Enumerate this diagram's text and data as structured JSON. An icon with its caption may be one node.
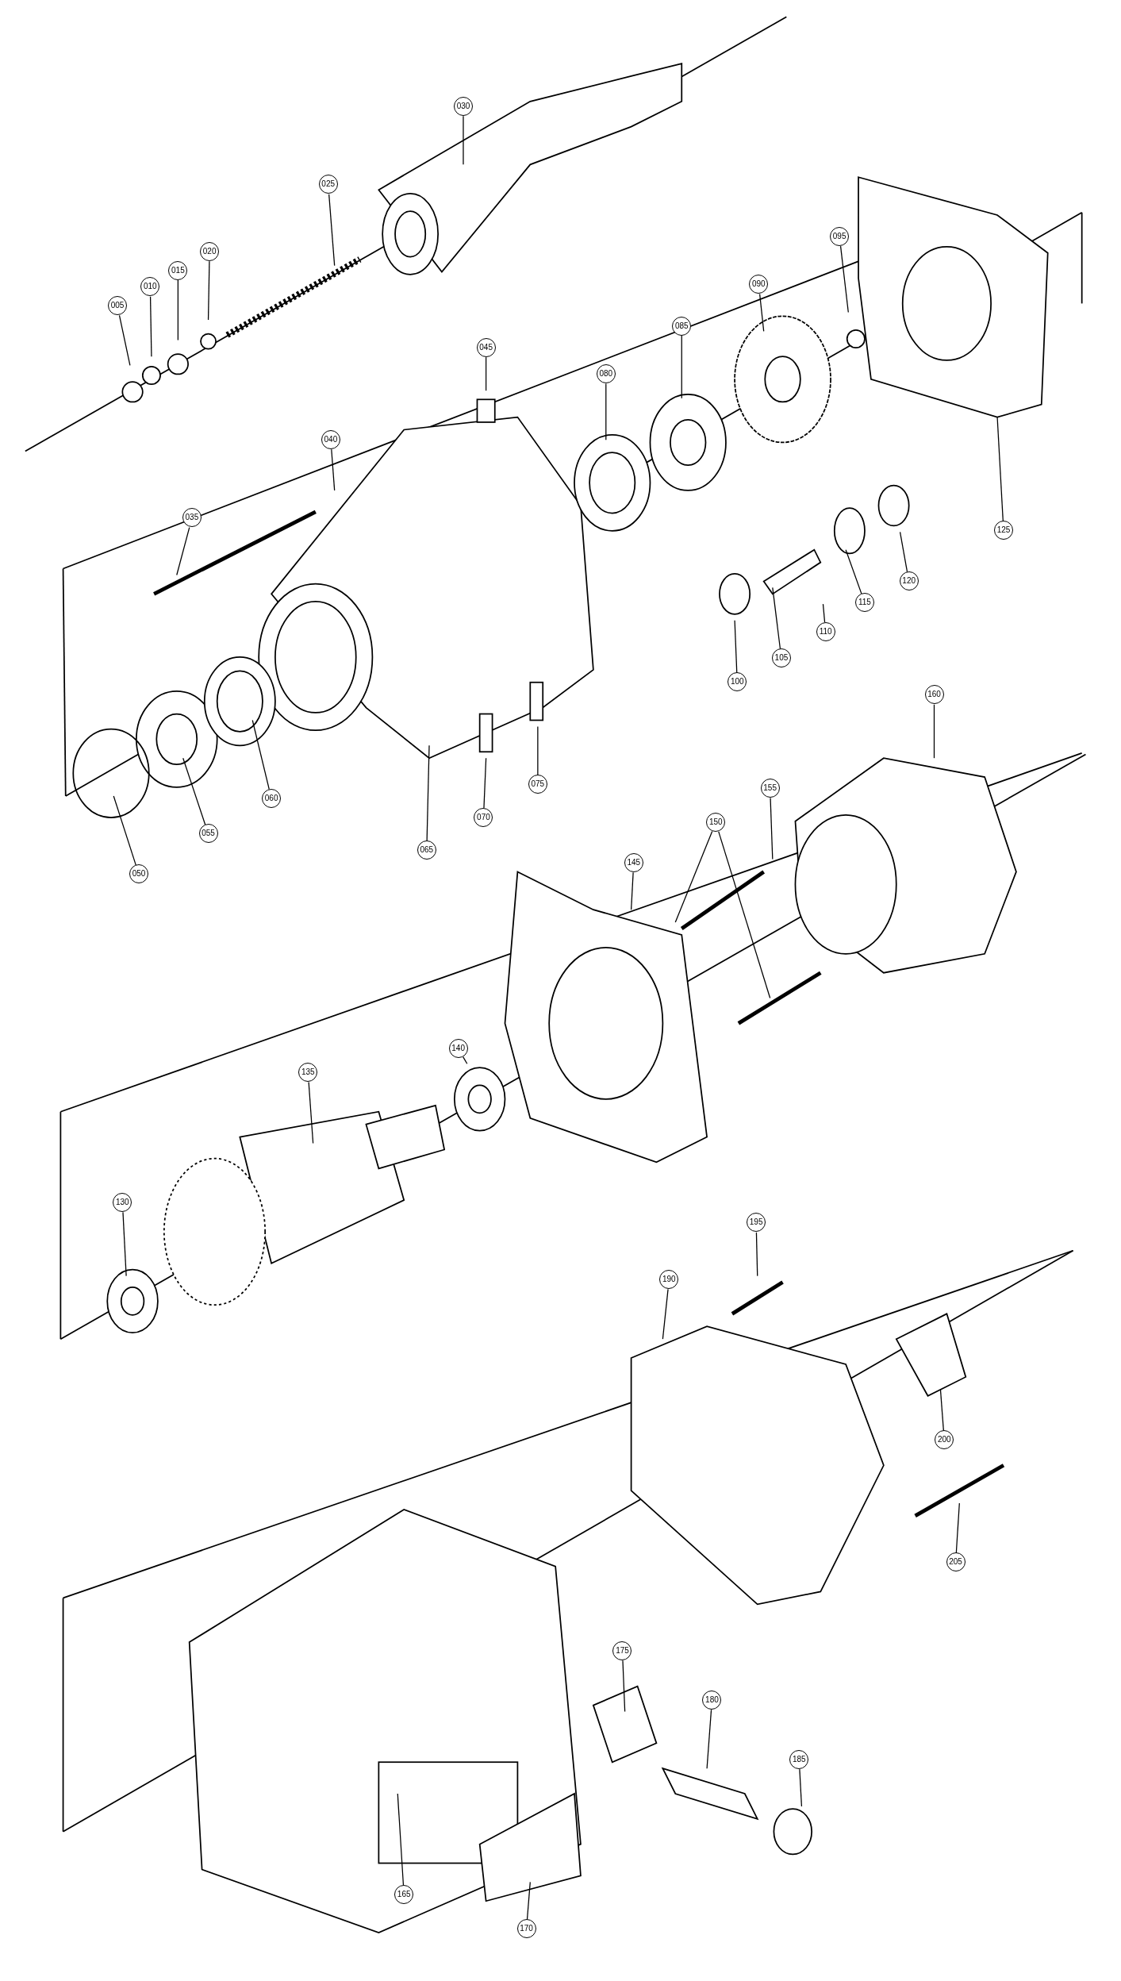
{
  "diagram": {
    "nodes": [
      {
        "text": [
          "005"
        ]
      },
      {
        "text": [
          "010"
        ]
      },
      {
        "text": [
          "015"
        ]
      },
      {
        "text": [
          "020"
        ]
      },
      {
        "text": [
          "025"
        ]
      },
      {
        "text": [
          "030"
        ]
      },
      {
        "text": [
          "035"
        ]
      },
      {
        "text": [
          "040"
        ]
      },
      {
        "text": [
          "045"
        ]
      },
      {
        "text": [
          "050"
        ]
      },
      {
        "text": [
          "055"
        ]
      },
      {
        "text": [
          "060"
        ]
      },
      {
        "text": [
          "065"
        ]
      },
      {
        "text": [
          "070"
        ]
      },
      {
        "text": [
          "075"
        ]
      },
      {
        "text": [
          "080"
        ]
      },
      {
        "text": [
          "085"
        ]
      },
      {
        "text": [
          "090"
        ]
      },
      {
        "text": [
          "095"
        ]
      },
      {
        "text": [
          "100"
        ]
      },
      {
        "text": [
          "105"
        ]
      },
      {
        "text": [
          "110"
        ]
      },
      {
        "text": [
          "115"
        ]
      },
      {
        "text": [
          "120"
        ]
      },
      {
        "text": [
          "125"
        ]
      },
      {
        "text": [
          "130"
        ]
      },
      {
        "text": [
          "135"
        ]
      },
      {
        "text": [
          "140"
        ]
      },
      {
        "text": [
          "145"
        ]
      },
      {
        "text": [
          "150"
        ]
      },
      {
        "text": [
          "155"
        ]
      },
      {
        "text": [
          "160"
        ]
      },
      {
        "text": [
          "165"
        ]
      },
      {
        "text": [
          "170"
        ]
      },
      {
        "text": [
          "175"
        ]
      },
      {
        "text": [
          "180"
        ]
      },
      {
        "text": [
          "185"
        ]
      },
      {
        "text": [
          "190"
        ]
      },
      {
        "text": [
          "195"
        ]
      },
      {
        "text": [
          "200"
        ]
      },
      {
        "text": [
          "205"
        ]
      }
    ],
    "edges": [
      {
        "from": 0,
        "to": null,
        "arrow": "none"
      },
      {
        "from": 1,
        "to": null,
        "arrow": "none"
      },
      {
        "from": 2,
        "to": null,
        "arrow": "none"
      },
      {
        "from": 3,
        "to": null,
        "arrow": "none"
      },
      {
        "from": 4,
        "to": null,
        "arrow": "none"
      },
      {
        "from": 5,
        "to": null,
        "arrow": "none"
      },
      {
        "from": 6,
        "to": null,
        "arrow": "none"
      },
      {
        "from": 7,
        "to": null,
        "arrow": "none"
      },
      {
        "from": 8,
        "to": null,
        "arrow": "none"
      },
      {
        "from": 9,
        "to": null,
        "arrow": "none"
      },
      {
        "from": 10,
        "to": null,
        "arrow": "none"
      },
      {
        "from": 11,
        "to": null,
        "arrow": "none"
      },
      {
        "from": 12,
        "to": null,
        "arrow": "none"
      },
      {
        "from": 13,
        "to": null,
        "arrow": "none"
      },
      {
        "from": 14,
        "to": null,
        "arrow": "none"
      },
      {
        "from": 15,
        "to": null,
        "arrow": "none"
      },
      {
        "from": 16,
        "to": null,
        "arrow": "none"
      },
      {
        "from": 17,
        "to": null,
        "arrow": "none"
      },
      {
        "from": 18,
        "to": null,
        "arrow": "none"
      },
      {
        "from": 19,
        "to": null,
        "arrow": "none"
      },
      {
        "from": 20,
        "to": null,
        "arrow": "none"
      },
      {
        "from": 21,
        "to": null,
        "arrow": "none"
      },
      {
        "from": 22,
        "to": null,
        "arrow": "none"
      },
      {
        "from": 23,
        "to": null,
        "arrow": "none"
      },
      {
        "from": 24,
        "to": null,
        "arrow": "none"
      },
      {
        "from": 25,
        "to": null,
        "arrow": "none"
      },
      {
        "from": 26,
        "to": null,
        "arrow": "none"
      },
      {
        "from": 27,
        "to": null,
        "arrow": "none"
      },
      {
        "from": 28,
        "to": null,
        "arrow": "none"
      },
      {
        "from": 29,
        "to": null,
        "arrow": "none"
      },
      {
        "from": 29,
        "to": null,
        "arrow": "none"
      },
      {
        "from": 30,
        "to": null,
        "arrow": "none"
      },
      {
        "from": 31,
        "to": null,
        "arrow": "none"
      },
      {
        "from": 32,
        "to": null,
        "arrow": "none"
      },
      {
        "from": 33,
        "to": null,
        "arrow": "none"
      },
      {
        "from": 34,
        "to": null,
        "arrow": "none"
      },
      {
        "from": 35,
        "to": null,
        "arrow": "none"
      },
      {
        "from": 36,
        "to": null,
        "arrow": "none"
      },
      {
        "from": 37,
        "to": null,
        "arrow": "none"
      },
      {
        "from": 38,
        "to": null,
        "arrow": "none"
      },
      {
        "from": 39,
        "to": null,
        "arrow": "none"
      },
      {
        "from": 40,
        "to": null,
        "arrow": "none"
      }
    ]
  }
}
